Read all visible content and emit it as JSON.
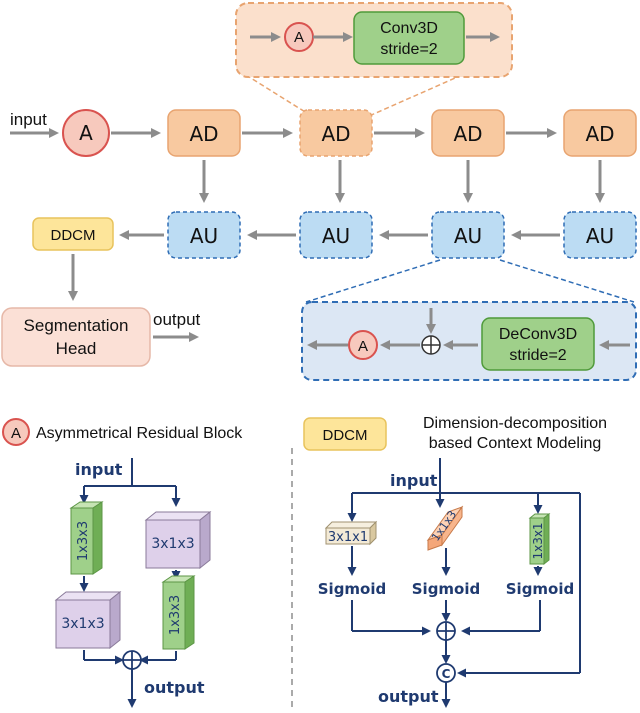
{
  "colors": {
    "ad_fill": "#f8c9a0",
    "ad_stroke": "#e8a470",
    "au_fill": "#bcdcf3",
    "au_stroke": "#2f6db5",
    "a_fill": "#f7c9bd",
    "a_stroke": "#d9534f",
    "conv_fill": "#9fd08a",
    "conv_stroke": "#4f9a3a",
    "ddcm_fill": "#fde59a",
    "ddcm_stroke": "#e8c35c",
    "seg_fill": "#fbe0d6",
    "seg_stroke": "#e6b8a8",
    "arrow_gray": "#8c8c8c",
    "navy": "#1f3a70",
    "purple_fill": "#ded0ea",
    "green_fill": "#9fd08a",
    "orange_fill": "#f8b58c"
  },
  "main": {
    "input_label": "input",
    "a_label": "A",
    "ad_label": "AD",
    "au_label": "AU",
    "ddcm_label": "DDCM",
    "seg_line1": "Segmentation",
    "seg_line2": "Head",
    "output_label": "output"
  },
  "ad_detail": {
    "a_label": "A",
    "conv_line1": "Conv3D",
    "conv_line2": "stride=2"
  },
  "au_detail": {
    "a_label": "A",
    "deconv_line1": "DeConv3D",
    "deconv_line2": "stride=2"
  },
  "legend": {
    "a_icon": "A",
    "a_text": "Asymmetrical Residual Block",
    "ddcm_icon": "DDCM",
    "ddcm_line1": "Dimension-decomposition",
    "ddcm_line2": "based Context Modeling"
  },
  "arb": {
    "input": "input",
    "output": "output",
    "left_top": "1x3x3",
    "left_bottom": "3x1x3",
    "right_top": "3x1x3",
    "right_bottom": "1x3x3"
  },
  "ddcm_detail": {
    "input": "input",
    "output": "output",
    "branch1": "3x1x1",
    "branch2": "1x1x3",
    "branch3": "1x3x1",
    "sigmoid": "Sigmoid",
    "concat": "C"
  }
}
